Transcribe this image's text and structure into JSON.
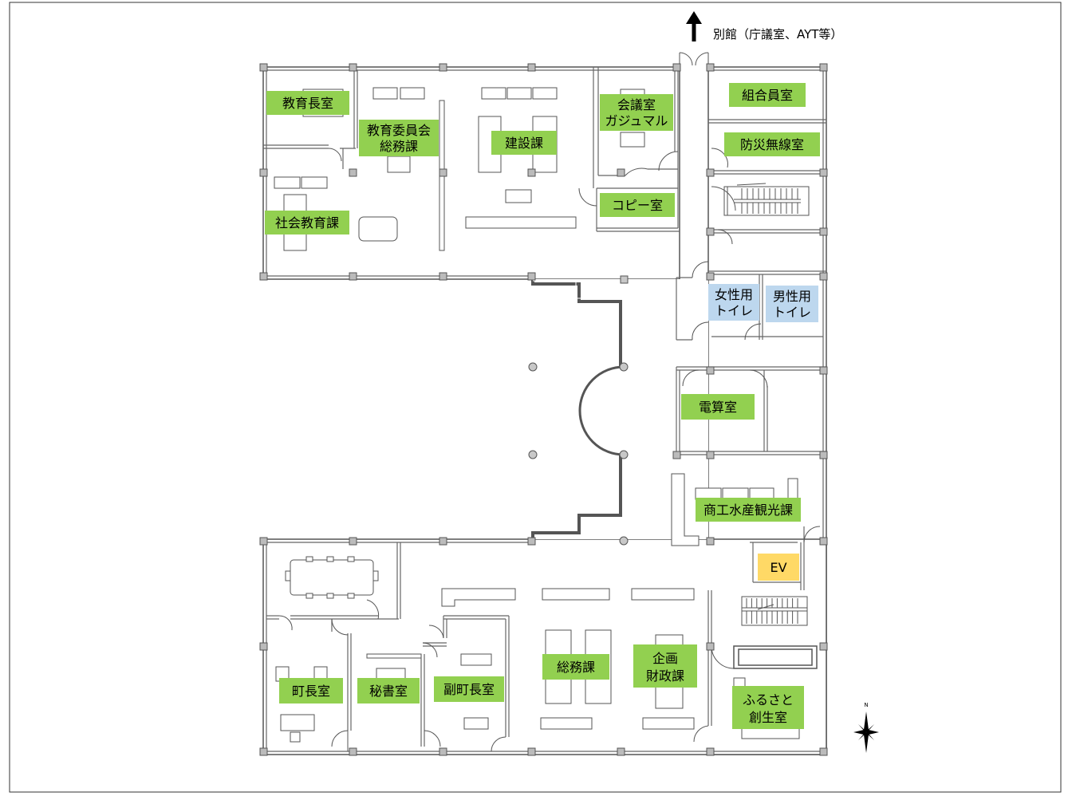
{
  "annex_label": "別館（庁議室、AYT等）",
  "compass_label": "N",
  "colors": {
    "office": "#92d050",
    "restroom": "#bdd7ee",
    "elevator": "#ffd966"
  },
  "rooms": {
    "kyoikuchoshitsu": [
      "教育長室"
    ],
    "kyoiku_iinkai": [
      "教育委員会",
      "総務課"
    ],
    "kensetsuka": [
      "建設課"
    ],
    "kaigishitsu": [
      "会議室",
      "ガジュマル"
    ],
    "copy": [
      "コピー室"
    ],
    "kumiai": [
      "組合員室"
    ],
    "bosai": [
      "防災無線室"
    ],
    "shakai_kyoiku": [
      "社会教育課"
    ],
    "women_wc": [
      "女性用",
      "トイレ"
    ],
    "men_wc": [
      "男性用",
      "トイレ"
    ],
    "densan": [
      "電算室"
    ],
    "shoko": [
      "商工水産観光課"
    ],
    "ev": [
      "EV"
    ],
    "chocho": [
      "町長室"
    ],
    "hisho": [
      "秘書室"
    ],
    "fukuchocho": [
      "副町長室"
    ],
    "somuka": [
      "総務課"
    ],
    "kikaku": [
      "企画",
      "財政課"
    ],
    "furusato": [
      "ふるさと",
      "創生室"
    ]
  }
}
